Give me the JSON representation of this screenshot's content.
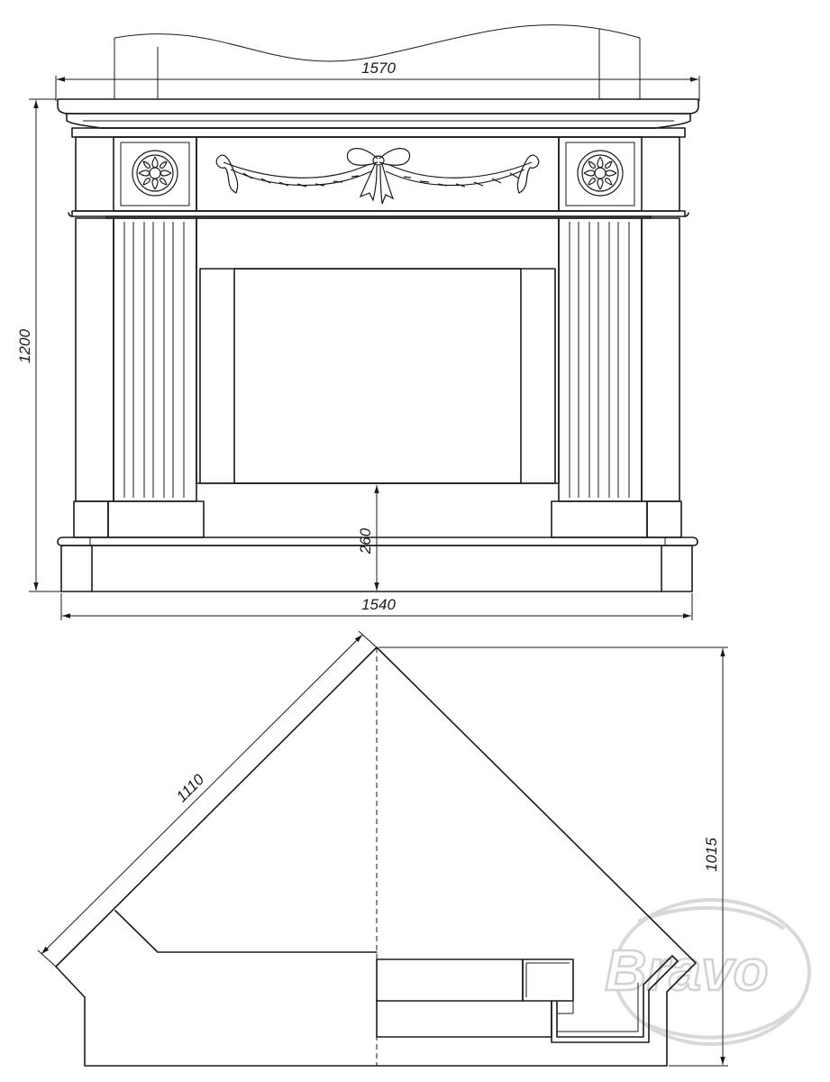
{
  "dimensions": {
    "top_width": "1570",
    "bottom_width": "1540",
    "height": "1200",
    "opening_height": "260",
    "side_length": "1110",
    "depth": "1015"
  },
  "watermark": {
    "brand": "Bravo"
  },
  "colors": {
    "line": "#1a1a1a",
    "background": "#ffffff",
    "watermark": "#d2d2d2"
  }
}
